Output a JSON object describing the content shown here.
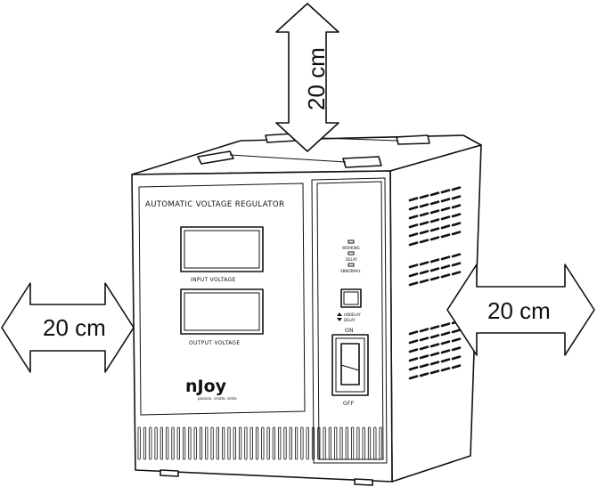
{
  "clearance": {
    "top": "20 cm",
    "left": "20 cm",
    "right": "20 cm"
  },
  "device": {
    "title": "AUTOMATIC VOLTAGE REGULATOR",
    "input_label": "INPUT VOLTAGE",
    "output_label": "OUTPUT VOLTAGE",
    "brand": "nJoy",
    "slogan": "passion. create. smile",
    "indicators": [
      "WORKING",
      "DELAY",
      "ABNORMAL"
    ],
    "delay_switch_labels": [
      "UNDELAY",
      "DELAY"
    ],
    "power_on": "ON",
    "power_off": "OFF"
  }
}
